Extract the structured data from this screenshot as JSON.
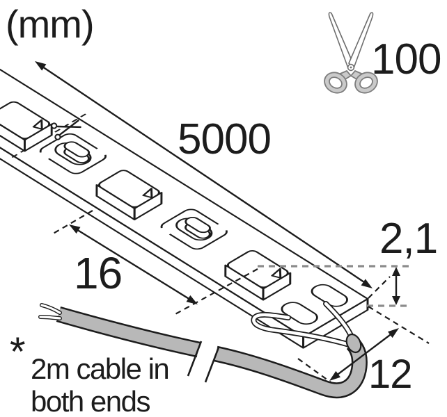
{
  "title": {
    "unit_label": "(mm)"
  },
  "dimensions": {
    "cut_interval": "100",
    "total_length": "5000",
    "module_pitch": "16",
    "height": "2,1",
    "width": "12"
  },
  "note": {
    "marker": "*",
    "line1": "2m cable in",
    "line2": "both ends"
  },
  "icons": {
    "cut_symbol": "scissors-icon",
    "strip_cut_mark": "mini-scissors-icon"
  },
  "colors": {
    "line": "#1c1c1c",
    "cable_gray": "#b8b8b8",
    "handle_gray": "#cacaca",
    "dash_gray": "#8c8c8c",
    "background": "#ffffff"
  }
}
